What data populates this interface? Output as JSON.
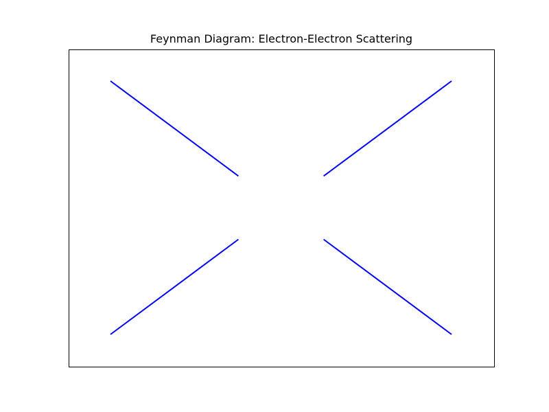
{
  "title": "Feynman Diagram: Electron-Electron Scattering",
  "colors": {
    "line": "#0000ff",
    "frame": "#000000",
    "background": "#ffffff"
  },
  "diagram": {
    "axes": {
      "xlim": [
        0,
        10
      ],
      "ylim": [
        0,
        10
      ],
      "frame": true,
      "ticks": false
    },
    "lines": [
      {
        "name": "incoming-electron-top-left",
        "from": [
          1,
          9
        ],
        "to": [
          4,
          6
        ]
      },
      {
        "name": "outgoing-electron-top-right",
        "from": [
          6,
          6
        ],
        "to": [
          9,
          9
        ]
      },
      {
        "name": "incoming-electron-bottom-left",
        "from": [
          1,
          1
        ],
        "to": [
          4,
          4
        ]
      },
      {
        "name": "outgoing-electron-bottom-right",
        "from": [
          6,
          4
        ],
        "to": [
          9,
          1
        ]
      }
    ]
  }
}
